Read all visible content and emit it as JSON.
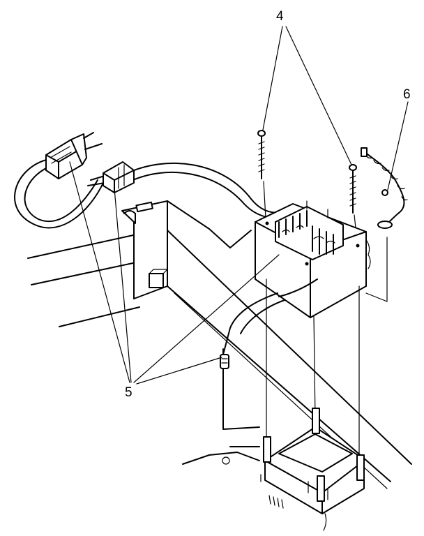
{
  "callouts": {
    "c4": "4",
    "c5": "5",
    "c6": "6"
  }
}
